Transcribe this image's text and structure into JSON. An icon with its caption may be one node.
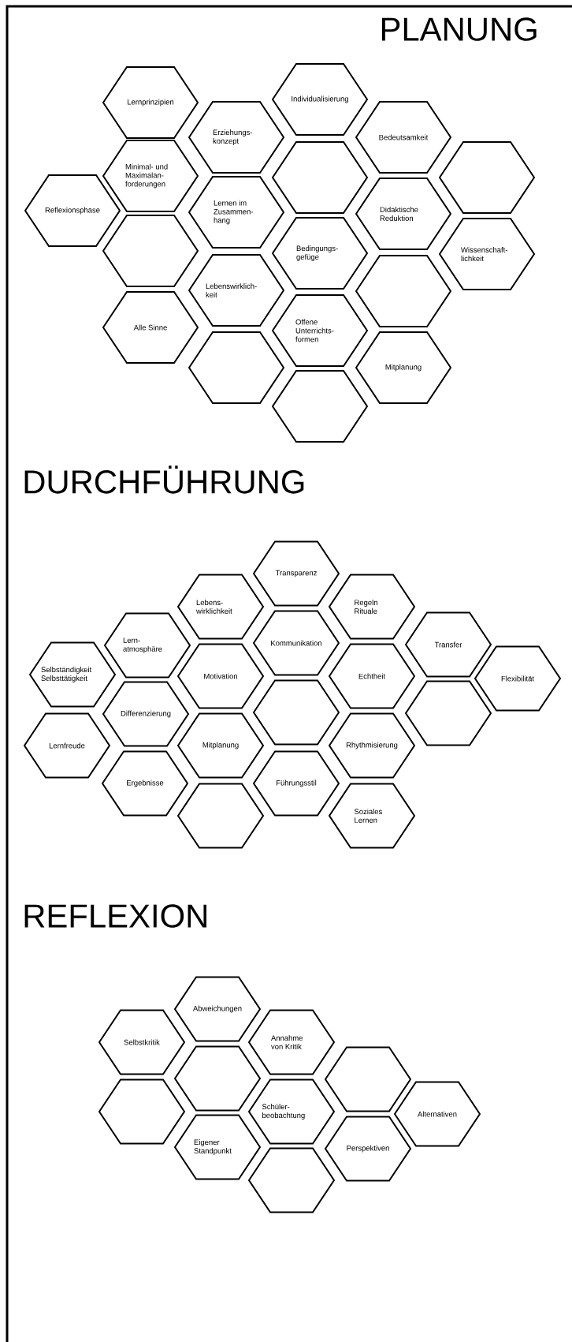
{
  "diagram": {
    "nodes": [
      {
        "text": [
          "Individualisierung"
        ]
      },
      {
        "text": [
          "Lernprinzipien"
        ]
      },
      {
        "text": [
          "Erziehungs- konzept"
        ]
      },
      {
        "text": [
          "Bedeutsamkeit"
        ]
      },
      {
        "text": [
          "Minimal- und Maximalan- forderungen"
        ]
      },
      {
        "text": [],
        "shape": "hexagon"
      },
      {
        "text": [],
        "shape": "hexagon"
      },
      {
        "text": [
          "Reflexionsphase"
        ]
      },
      {
        "text": [
          "Lernen im Zusammen- hang"
        ]
      },
      {
        "text": [
          "Didaktische Reduktion"
        ]
      },
      {
        "text": [],
        "shape": "hexagon"
      },
      {
        "text": [
          "Bedingungs- gefüge"
        ]
      },
      {
        "text": [
          "Wissenschaft- lichkeit"
        ]
      },
      {
        "text": [
          "Lebenswirklich- keit"
        ]
      },
      {
        "text": [],
        "shape": "hexagon"
      },
      {
        "text": [
          "Alle Sinne"
        ]
      },
      {
        "text": [
          "Offene Unterrichts- formen"
        ]
      },
      {
        "text": [],
        "shape": "hexagon"
      },
      {
        "text": [
          "Mitplanung"
        ]
      },
      {
        "text": [],
        "shape": "hexagon"
      },
      {
        "text": [
          "Transparenz"
        ]
      },
      {
        "text": [
          "Lebens- wirklichkeit"
        ]
      },
      {
        "text": [
          "Regeln Rituale"
        ]
      },
      {
        "text": [
          "Kommunikation"
        ]
      },
      {
        "text": [
          "Transfer"
        ]
      },
      {
        "text": [
          "Lern- atmosphäre"
        ]
      },
      {
        "text": [
          "Selbständigkeit Selbsttätigkeit"
        ]
      },
      {
        "text": [
          "Motivation"
        ]
      },
      {
        "text": [
          "Echtheit"
        ]
      },
      {
        "text": [
          "Flexibilität"
        ]
      },
      {
        "text": [],
        "shape": "hexagon"
      },
      {
        "text": [],
        "shape": "hexagon"
      },
      {
        "text": [
          "Differenzierung"
        ]
      },
      {
        "text": [
          "Lernfreude"
        ]
      },
      {
        "text": [
          "Mitplanung"
        ]
      },
      {
        "text": [
          "Rhythmisierung"
        ]
      },
      {
        "text": [
          "Ergebnisse"
        ]
      },
      {
        "text": [
          "Führungsstil"
        ]
      },
      {
        "text": [],
        "shape": "hexagon"
      },
      {
        "text": [
          "Soziales Lernen"
        ]
      },
      {
        "text": [
          "Abweichungen"
        ]
      },
      {
        "text": [
          "Selbstkritik"
        ]
      },
      {
        "text": [
          "Annahme von Kritik"
        ]
      },
      {
        "text": [],
        "shape": "hexagon"
      },
      {
        "text": [],
        "shape": "hexagon"
      },
      {
        "text": [],
        "shape": "hexagon"
      },
      {
        "text": [
          "Schüler- beobachtung"
        ]
      },
      {
        "text": [
          "Alternativen"
        ]
      },
      {
        "text": [
          "Eigener Standpunkt"
        ]
      },
      {
        "text": [
          "Perspektiven"
        ]
      },
      {
        "text": [],
        "shape": "hexagon"
      }
    ],
    "labels": [
      "PLANUNG",
      "DURCHFÜHRUNG",
      "REFLEXION"
    ]
  }
}
